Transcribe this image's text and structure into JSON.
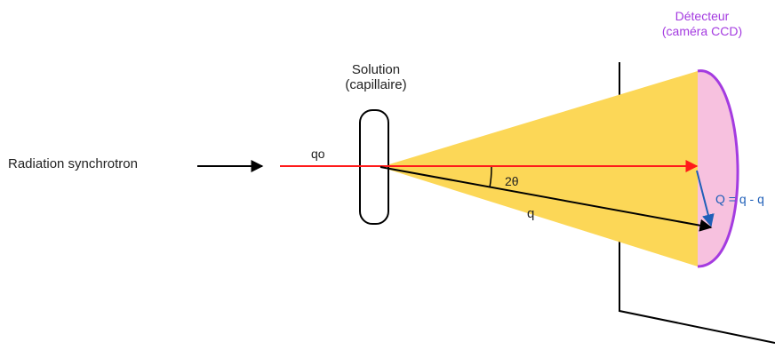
{
  "labels": {
    "source": "Radiation synchrotron",
    "sample_line1": "Solution",
    "sample_line2": "(capillaire)",
    "detector_line1": "Détecteur",
    "detector_line2": "(caméra CCD)",
    "incident_vector": "qo",
    "scattered_vector": "q",
    "angle": "2θ",
    "scattering_vector": "Q = q - q"
  },
  "colors": {
    "beam_red": "#ff1a1a",
    "cone_yellow": "#fcd757",
    "detector_pink": "#f7c1df",
    "detector_outline": "#a43be0",
    "detector_label": "#a43be0",
    "vector_blue": "#1f5fb8",
    "line_black": "#000000"
  }
}
